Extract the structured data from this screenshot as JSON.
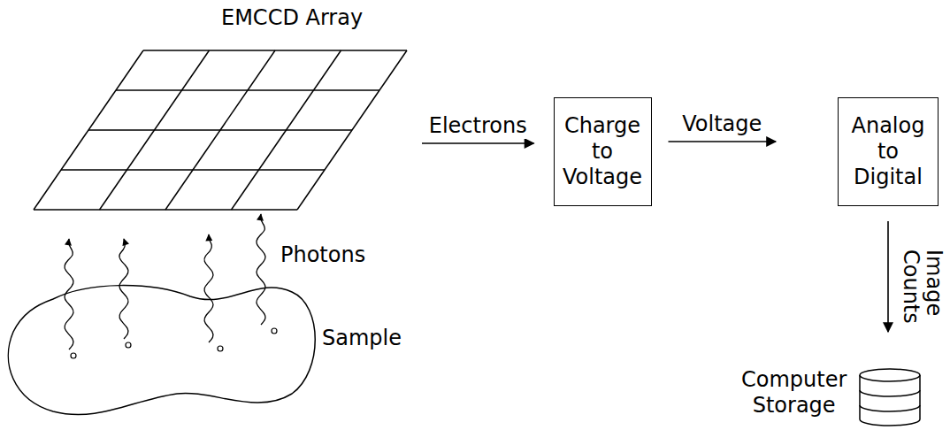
{
  "diagram": {
    "nodes": [
      {
        "text": [
          "EMCCD Array"
        ]
      },
      {
        "text": [
          "Sample"
        ]
      },
      {
        "text": [
          "Charge to Voltage"
        ]
      },
      {
        "text": [
          "Analog to Digital"
        ]
      },
      {
        "text": [
          "Computer Storage"
        ]
      }
    ],
    "edges": [
      {
        "from": 0,
        "to": 2,
        "label": "Electrons",
        "arrow": "to"
      },
      {
        "from": 2,
        "to": 3,
        "label": "Voltage",
        "arrow": "to"
      },
      {
        "from": 3,
        "to": 4,
        "label": "Image Counts",
        "arrow": "to"
      },
      {
        "from": 1,
        "to": 0,
        "arrow": "to"
      },
      {
        "from": 1,
        "to": 0,
        "arrow": "to"
      },
      {
        "from": 1,
        "to": 0,
        "arrow": "to"
      },
      {
        "from": 1,
        "to": 0,
        "arrow": "to"
      }
    ],
    "labels": [
      "Photons"
    ]
  }
}
